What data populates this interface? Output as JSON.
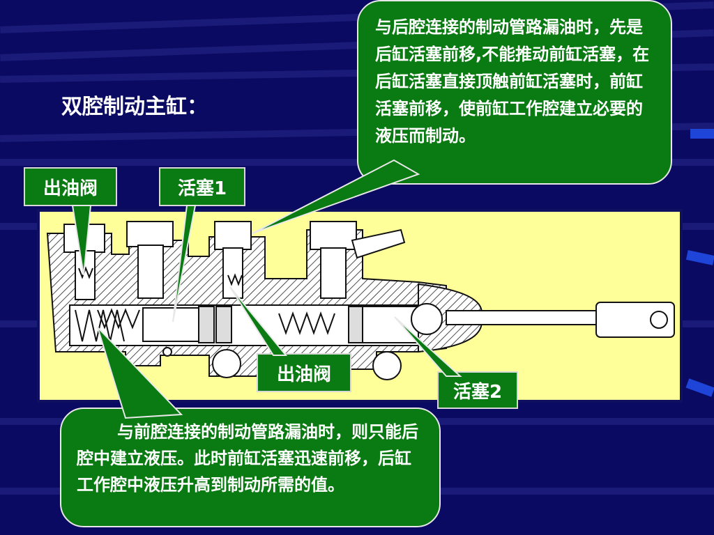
{
  "slide": {
    "title": "双腔制动主缸：",
    "callout_top_text": "与后腔连接的制动管路漏油时，先是后缸活塞前移,不能推动前缸活塞，在后缸活塞直接顶触前缸活塞时，前缸活塞前移，使前缸工作腔建立必要的液压而制动。",
    "callout_bottom_text": "与前腔连接的制动管路漏油时，则只能后腔中建立液压。此时前缸活塞迅速前移，后缸工作腔中液压升高到制动所需的值。",
    "labels": {
      "valve_left": "出油阀",
      "piston_1": "活塞1",
      "valve_middle": "出油阀",
      "piston_2": "活塞2"
    }
  },
  "colors": {
    "background": "#0a0a62",
    "callout_fill": "#0a7a12",
    "diagram_panel": "#ffff99",
    "stripe": "#1a3bd0"
  }
}
